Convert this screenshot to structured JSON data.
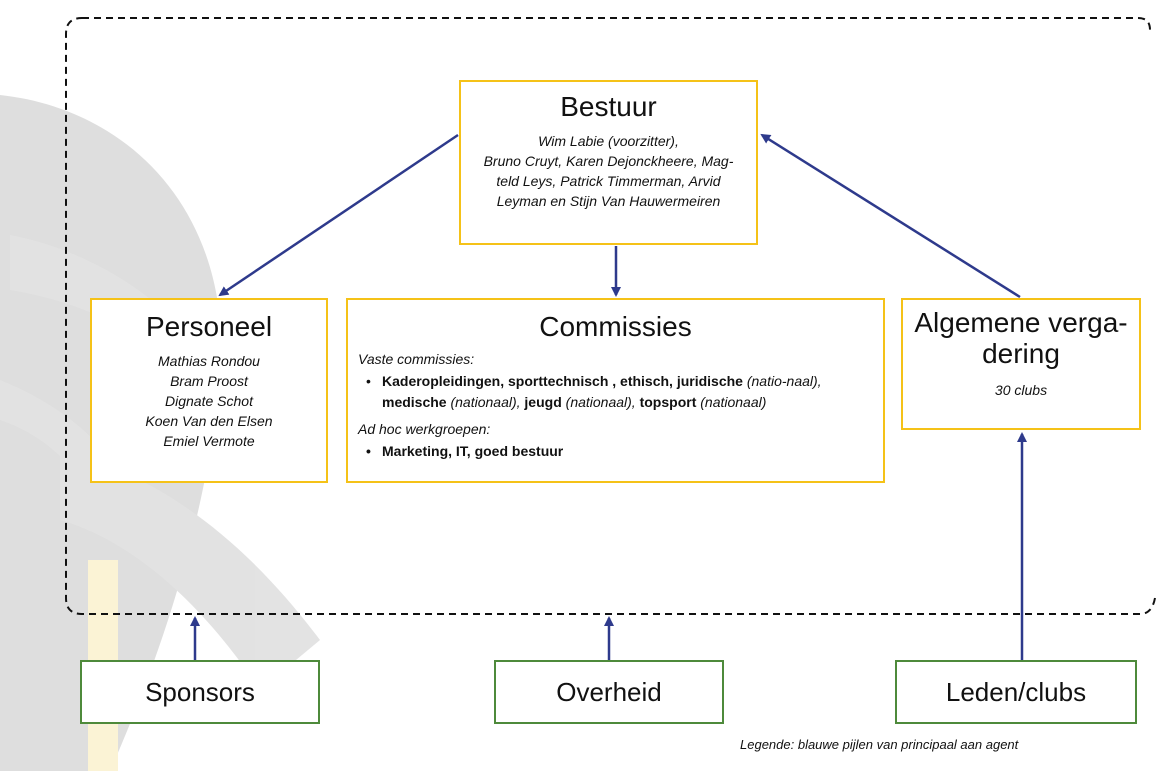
{
  "bestuur": {
    "title": "Bestuur",
    "members": [
      "Wim Labie (voorzitter),",
      "Bruno Cruyt, Karen Dejonckheere, Mag-",
      "teld Leys, Patrick Timmerman, Arvid",
      "Leyman en Stijn Van Hauwermeiren"
    ]
  },
  "personeel": {
    "title": "Personeel",
    "members": [
      "Mathias Rondou",
      "Bram Proost",
      "Dignate Schot",
      "Koen Van den Elsen",
      "Emiel Vermote"
    ]
  },
  "commissies": {
    "title": "Commissies",
    "vaste_label": "Vaste commissies:",
    "vaste": {
      "part1": "Kaderopleidingen, sporttechnisch , ethisch, juridische",
      "part2": " (natio-naal),",
      "part3": " medische",
      "part4": " (nationaal),",
      "part5": " jeugd",
      "part6": " (nationaal),",
      "part7": " topsport",
      "part8": " (nationaal)"
    },
    "adhoc_label": "Ad hoc werkgroepen:",
    "adhoc_item": "Marketing, IT, goed bestuur"
  },
  "algemene_vergadering": {
    "title_line1": "Algemene verga-",
    "title_line2": "dering",
    "subtitle": "30 clubs"
  },
  "externals": {
    "sponsors": "Sponsors",
    "overheid": "Overheid",
    "leden": "Leden/clubs"
  },
  "legend": "Legende: blauwe pijlen van principaal aan agent",
  "colors": {
    "arrow": "#2e3a8c",
    "gold_border": "#f5c218",
    "green_border": "#4e8a3b",
    "dashed_border": "#111111"
  }
}
